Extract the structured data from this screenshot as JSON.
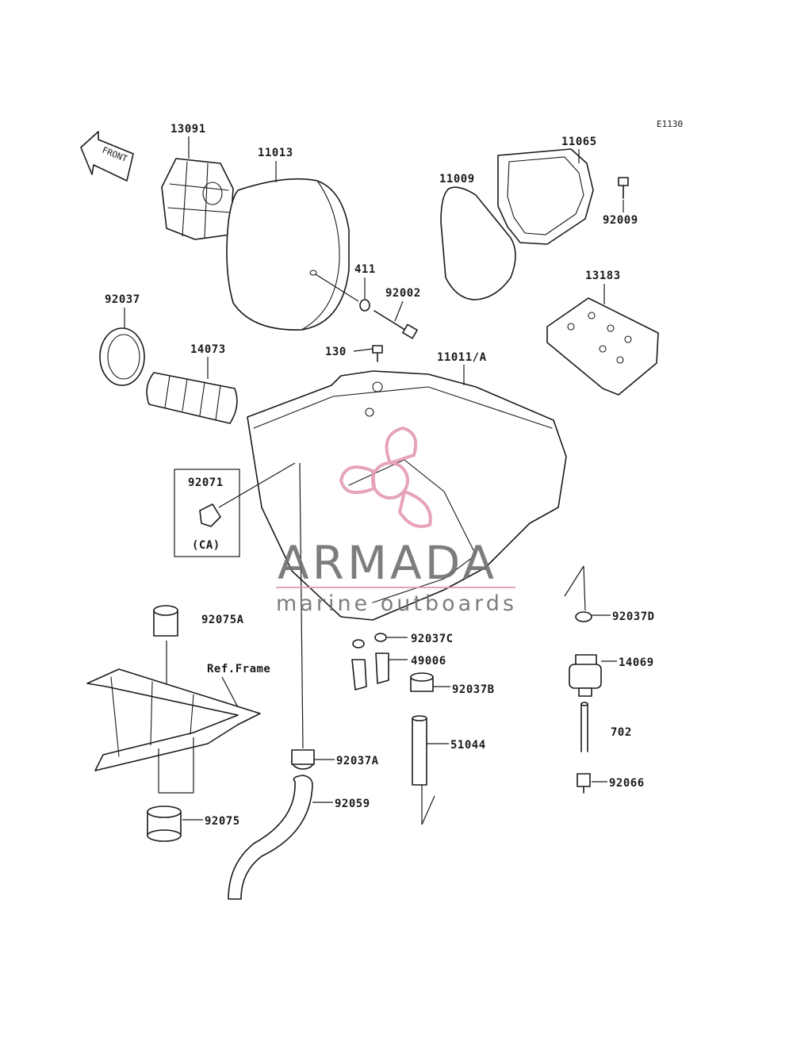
{
  "diagram_code": "E1130",
  "front_label": "FRONT",
  "ref_frame_label": "Ref.Frame",
  "ca_label": "(CA)",
  "watermark": {
    "brand": "ARMADA",
    "tagline": "marine outboards",
    "text_color": "#707070",
    "accent_color": "#e49ab4"
  },
  "part_labels": {
    "p13091": "13091",
    "p11013": "11013",
    "p11065": "11065",
    "p11009": "11009",
    "p92009": "92009",
    "p411": "411",
    "p92002": "92002",
    "p13183": "13183",
    "p92037": "92037",
    "p14073": "14073",
    "p130": "130",
    "p11011A": "11011/A",
    "p92071": "92071",
    "p92075A": "92075A",
    "p92037D": "92037D",
    "p92037C": "92037C",
    "p49006": "49006",
    "p14069": "14069",
    "p92037B": "92037B",
    "p702": "702",
    "p51044": "51044",
    "p92037A": "92037A",
    "p92066": "92066",
    "p92059": "92059",
    "p92075": "92075"
  }
}
